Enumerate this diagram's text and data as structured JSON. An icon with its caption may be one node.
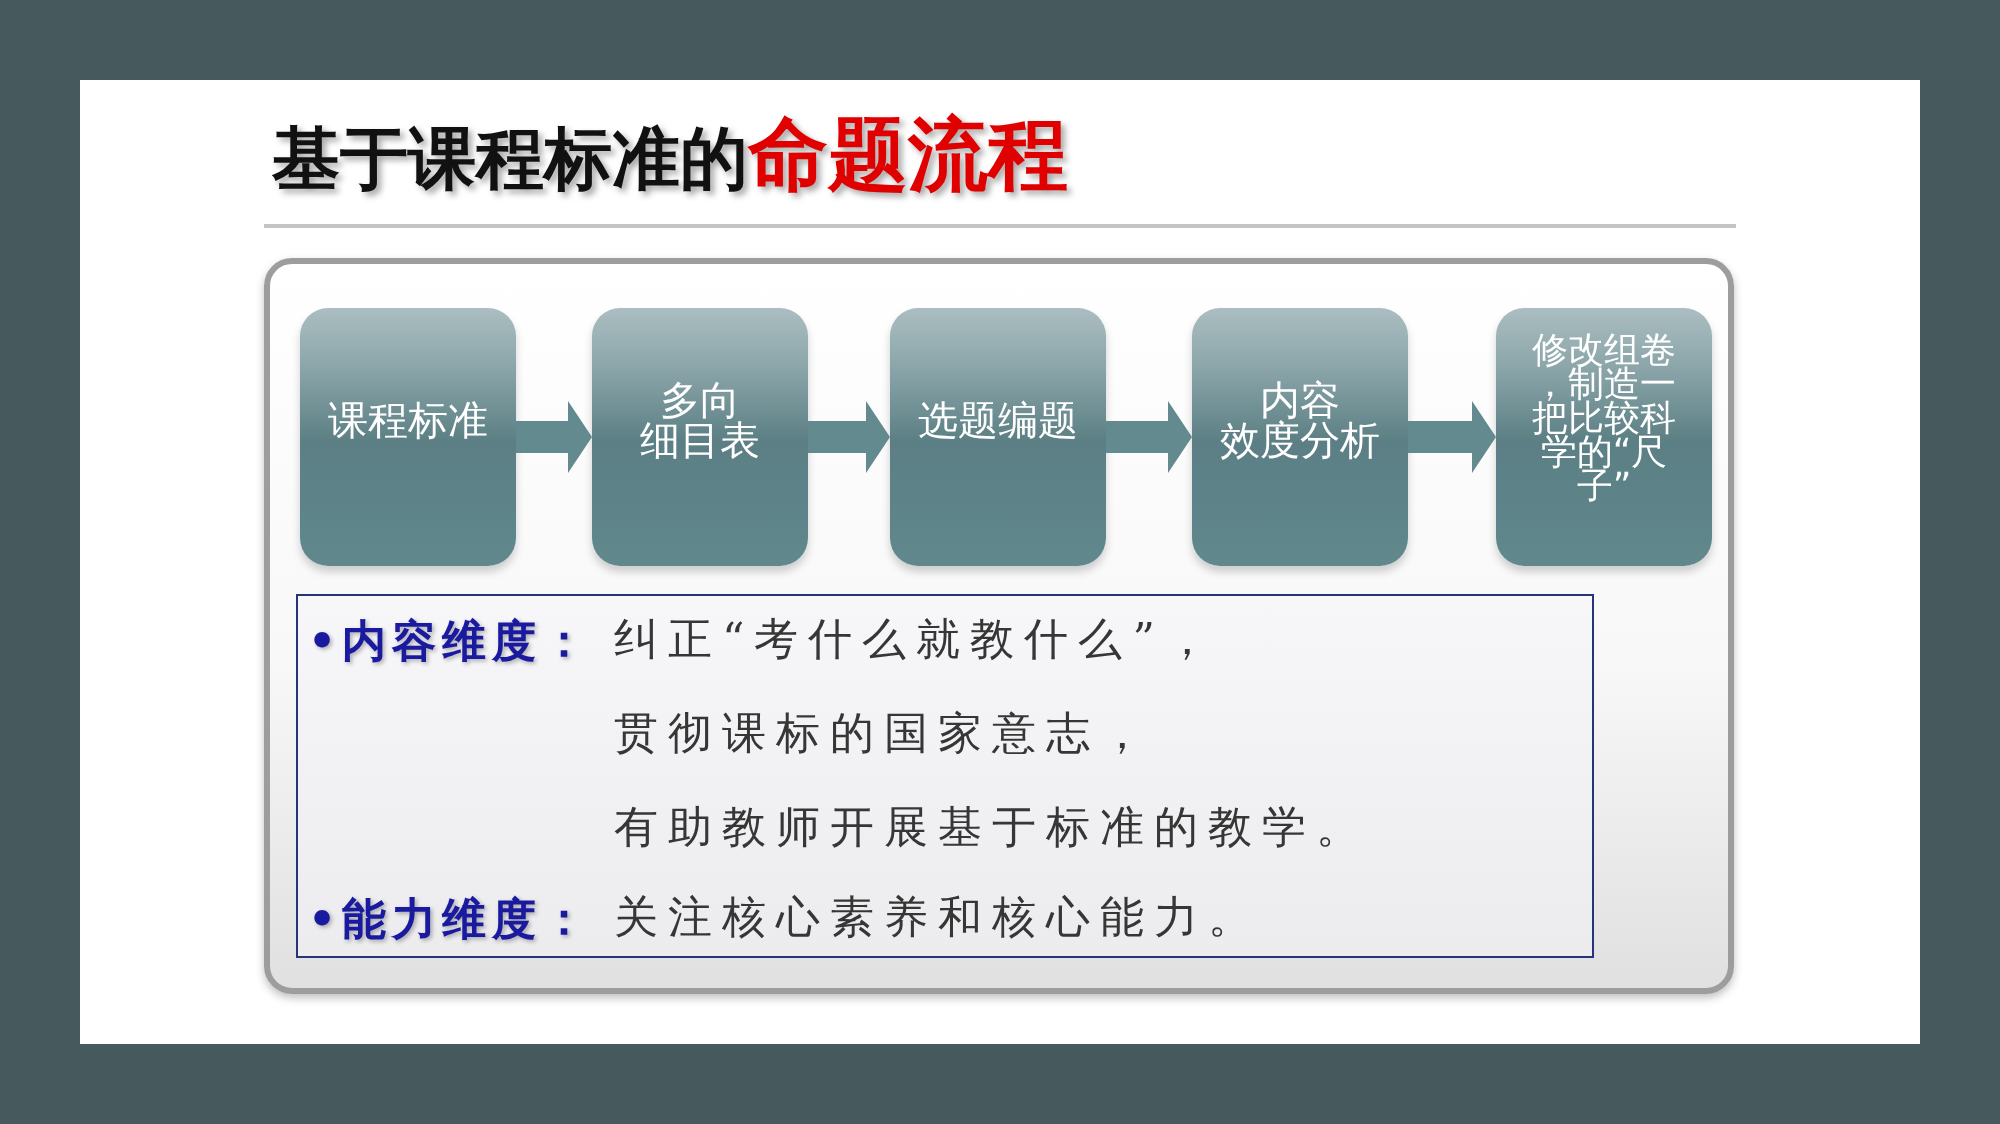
{
  "diagram": {
    "title": "基于课程标准的**命题流程**",
    "nodes": [
      {
        "text": [
          "课程标准"
        ]
      },
      {
        "text": [
          "多向细目表"
        ]
      },
      {
        "text": [
          "选题编题"
        ]
      },
      {
        "text": [
          "内容效度分析"
        ]
      },
      {
        "text": [
          "修改组卷，制造一把比较科学的“尺子”"
        ]
      },
      {
        "text": [
          "•内容维度：",
          "纠正“考什么就教什么”，",
          "贯彻课标的国家意志，",
          "有助教师开展基于标准的教学。",
          "•能力维度：",
          "关注核心素养和核心能力。"
        ]
      }
    ],
    "edges": [
      {
        "from": 0,
        "to": 1,
        "arrow": "to"
      },
      {
        "from": 1,
        "to": 2,
        "arrow": "to"
      },
      {
        "from": 2,
        "to": 3,
        "arrow": "to"
      },
      {
        "from": 3,
        "to": 4,
        "arrow": "to"
      }
    ]
  }
}
